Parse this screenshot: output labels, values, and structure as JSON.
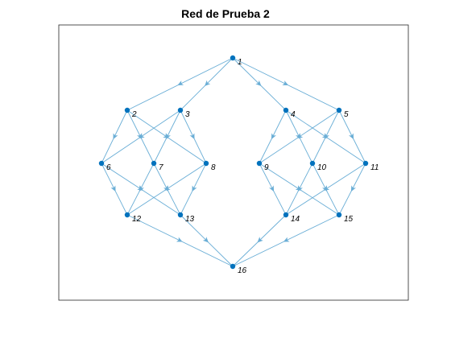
{
  "figure": {
    "title": "Red de Prueba 2"
  },
  "graph": {
    "directed": true,
    "node_color": "#0072BD",
    "edge_color": "#6AAED6",
    "nodes": [
      {
        "id": 1,
        "label": "1"
      },
      {
        "id": 2,
        "label": "2"
      },
      {
        "id": 3,
        "label": "3"
      },
      {
        "id": 4,
        "label": "4"
      },
      {
        "id": 5,
        "label": "5"
      },
      {
        "id": 6,
        "label": "6"
      },
      {
        "id": 7,
        "label": "7"
      },
      {
        "id": 8,
        "label": "8"
      },
      {
        "id": 9,
        "label": "9"
      },
      {
        "id": 10,
        "label": "10"
      },
      {
        "id": 11,
        "label": "11"
      },
      {
        "id": 12,
        "label": "12"
      },
      {
        "id": 13,
        "label": "13"
      },
      {
        "id": 14,
        "label": "14"
      },
      {
        "id": 15,
        "label": "15"
      },
      {
        "id": 16,
        "label": "16"
      }
    ],
    "edges": [
      [
        1,
        2
      ],
      [
        1,
        3
      ],
      [
        1,
        4
      ],
      [
        1,
        5
      ],
      [
        2,
        6
      ],
      [
        2,
        7
      ],
      [
        2,
        8
      ],
      [
        3,
        6
      ],
      [
        3,
        7
      ],
      [
        3,
        8
      ],
      [
        4,
        9
      ],
      [
        4,
        10
      ],
      [
        4,
        11
      ],
      [
        5,
        9
      ],
      [
        5,
        10
      ],
      [
        5,
        11
      ],
      [
        6,
        12
      ],
      [
        6,
        13
      ],
      [
        7,
        12
      ],
      [
        7,
        13
      ],
      [
        8,
        12
      ],
      [
        8,
        13
      ],
      [
        9,
        14
      ],
      [
        9,
        15
      ],
      [
        10,
        14
      ],
      [
        10,
        15
      ],
      [
        11,
        14
      ],
      [
        11,
        15
      ],
      [
        12,
        16
      ],
      [
        13,
        16
      ],
      [
        14,
        16
      ],
      [
        15,
        16
      ]
    ]
  }
}
